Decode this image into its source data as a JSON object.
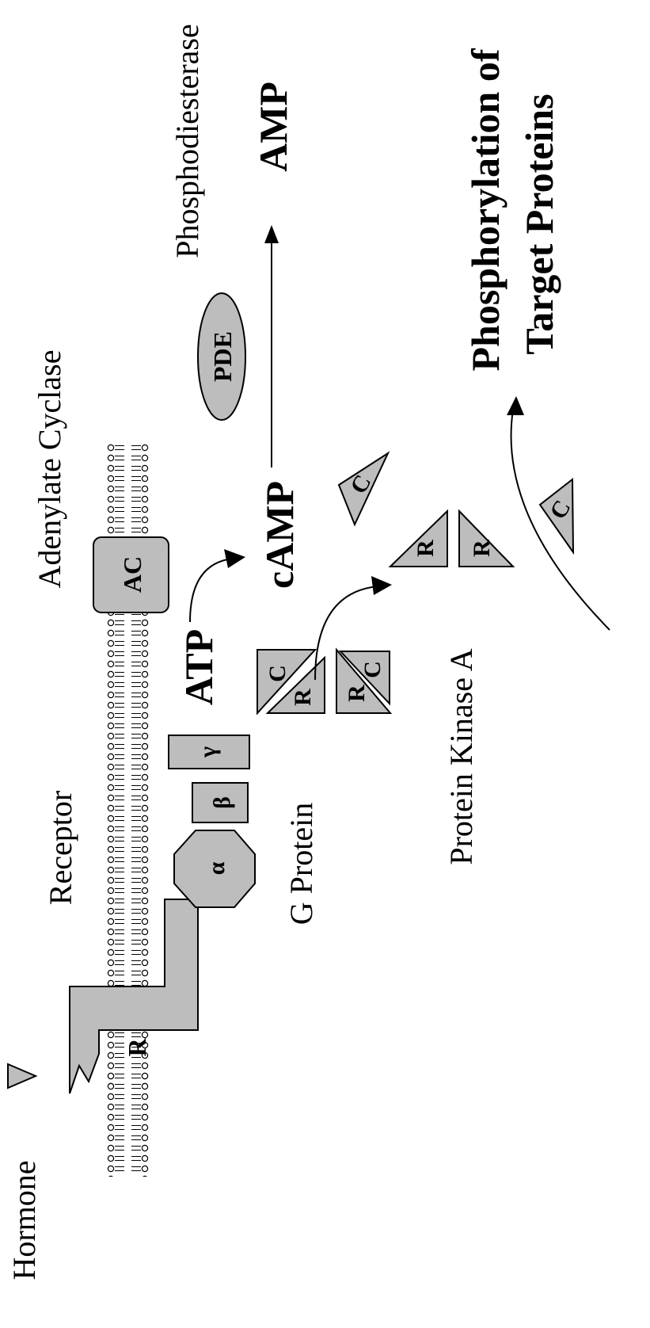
{
  "labels": {
    "hormone": "Hormone",
    "receptor": "Receptor",
    "g_protein": "G Protein",
    "adenylate_cyclase": "Adenylate Cyclase",
    "protein_kinase_a": "Protein Kinase A",
    "phosphodiesterase": "Phosphodiesterase",
    "atp": "ATP",
    "camp": "cAMP",
    "amp": "AMP",
    "phosphorylation_line1": "Phosphorylation of",
    "phosphorylation_line2": "Target Proteins"
  },
  "shape_labels": {
    "receptor_r": "R",
    "alpha": "α",
    "beta": "β",
    "gamma": "γ",
    "ac": "AC",
    "pde": "PDE",
    "regulatory": "R",
    "catalytic": "C"
  },
  "colors": {
    "shape_fill": "#bdbdbd",
    "line": "#000000",
    "background": "#ffffff"
  }
}
